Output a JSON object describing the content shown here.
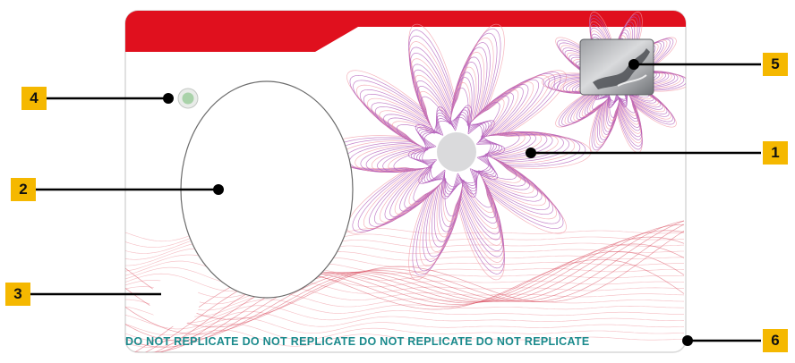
{
  "card": {
    "banner_color": "#e0101e",
    "rosette_color": "#b05ab8",
    "guilloche_color": "#e86a78",
    "microtext": "DO NOT REPLICATE DO NOT REPLICATE DO NOT REPLICATE DO NOT REPLICATE",
    "microtext_color": "#1a8a8c"
  },
  "callouts": [
    {
      "number": "1"
    },
    {
      "number": "2"
    },
    {
      "number": "3"
    },
    {
      "number": "4"
    },
    {
      "number": "5"
    },
    {
      "number": "6"
    }
  ],
  "callout_color": "#f5b800"
}
